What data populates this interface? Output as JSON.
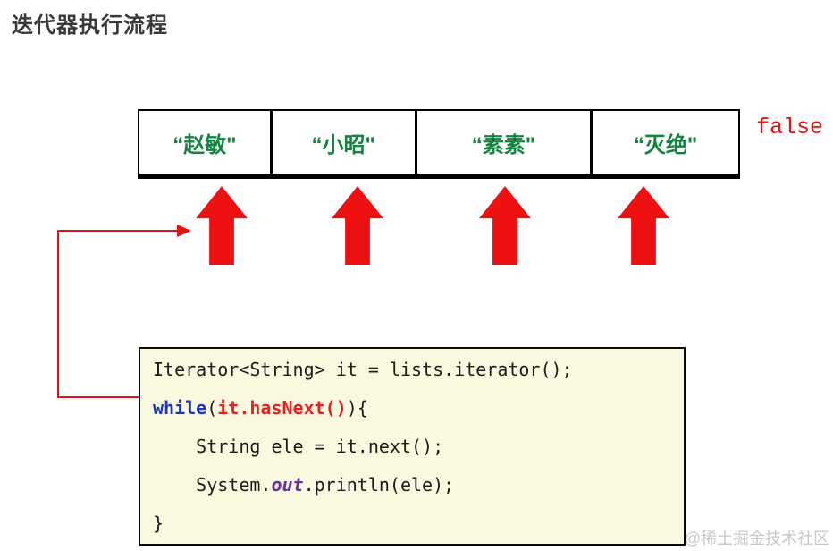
{
  "title": "迭代器执行流程",
  "array": {
    "cells": [
      "“赵敏\"",
      "“小昭\"",
      "“素素\"",
      "“灭绝\""
    ]
  },
  "result_label": "false",
  "code": {
    "line1": "Iterator<String> it = lists.iterator();",
    "line2": {
      "kw": "while",
      "open": "(",
      "cond": "it.hasNext()",
      "tail": "){"
    },
    "line3": "    String ele = it.next();",
    "line4": {
      "pre": "    System.",
      "field": "out",
      "post": ".println(ele);"
    },
    "line5": "}"
  },
  "watermark": "@稀土掘金技术社区",
  "colors": {
    "cell_text_green": "#158441",
    "block_arrow_red": "#ee1111",
    "connector_red": "#e21313",
    "false_red": "#e01515",
    "keyword_blue": "#2038b8",
    "condition_red": "#e42222",
    "out_purple": "#6b2f9e",
    "code_box_bg": "#f9f9e0",
    "watermark_gray": "#c8c8c8"
  }
}
